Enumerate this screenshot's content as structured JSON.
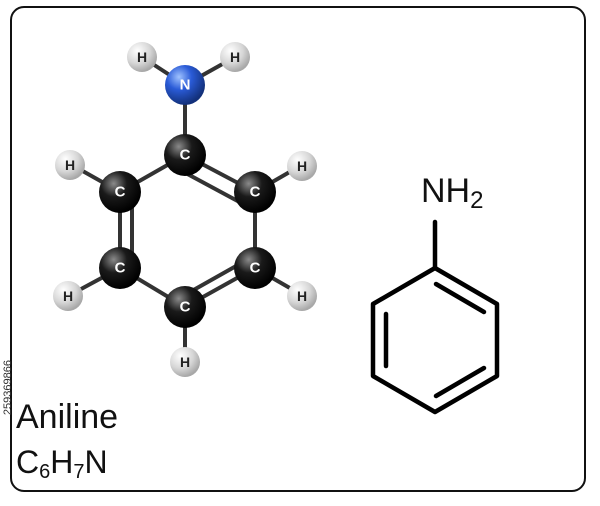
{
  "molecule": {
    "name": "Aniline",
    "formula": {
      "p1": "C",
      "s1": "6",
      "p2": "H",
      "s2": "7",
      "p3": "N"
    },
    "structural_label": {
      "main": "NH",
      "sub": "2"
    },
    "atoms": {
      "carbon": "C",
      "nitrogen": "N",
      "hydrogen": "H"
    },
    "colors": {
      "carbon": "#111111",
      "nitrogen": "#2a5bd7",
      "hydrogen": "#d6d6d6",
      "bond": "#333333"
    }
  },
  "watermark": {
    "side_id": "259369866"
  }
}
